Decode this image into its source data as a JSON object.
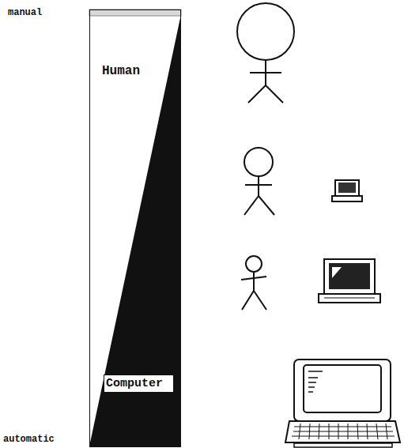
{
  "diagram": {
    "nodes": [
      {
        "text": [
          "Human"
        ]
      },
      {
        "text": [
          "Computer"
        ],
        "in": 0
      }
    ],
    "labels": [
      "manual",
      "automatic"
    ]
  }
}
